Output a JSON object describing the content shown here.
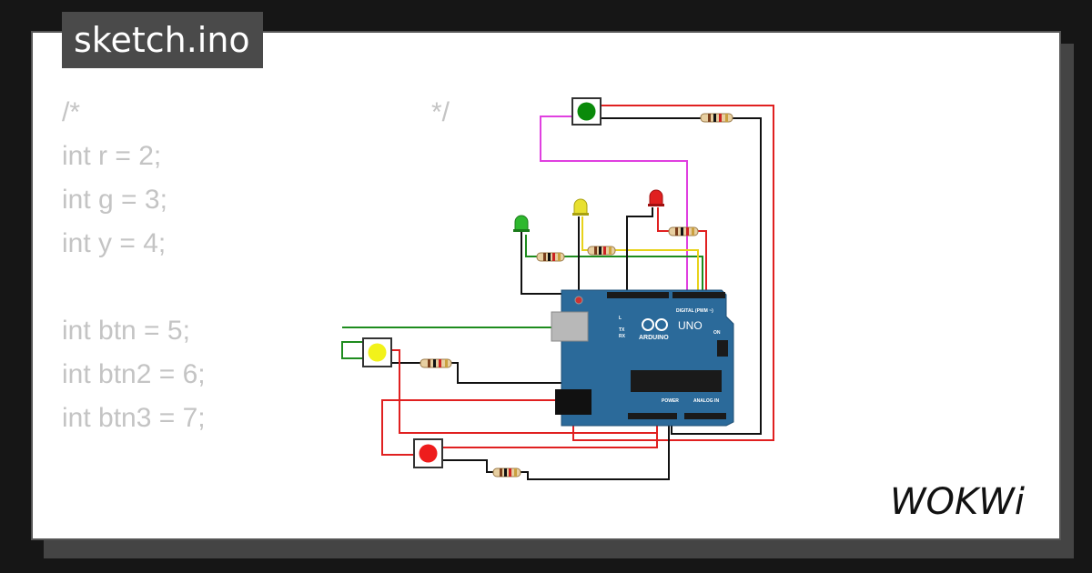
{
  "title": "sketch.ino",
  "code": {
    "lines": [
      "/*",
      "int r = 2;",
      "int g = 3;",
      "int y = 4;",
      "",
      "int btn = 5;",
      "int btn2 = 6;",
      "int btn3 = 7;"
    ],
    "comment_end": "*/"
  },
  "board": {
    "name": "UNO",
    "brand": "ARDUINO",
    "digital_label": "DIGITAL (PWM ~)",
    "power_label": "POWER",
    "analog_label": "ANALOG IN",
    "on_label": "ON",
    "tx_label": "TX",
    "rx_label": "RX",
    "l_label": "L",
    "color": "#2b6a9a"
  },
  "components": {
    "leds": [
      {
        "name": "green-led",
        "color": "#2eb82e"
      },
      {
        "name": "yellow-led",
        "color": "#e8e030"
      },
      {
        "name": "red-led",
        "color": "#e02020"
      }
    ],
    "buttons": [
      {
        "name": "green-button",
        "color": "#0a8a0a"
      },
      {
        "name": "yellow-button",
        "color": "#f2f21a"
      },
      {
        "name": "red-button",
        "color": "#ee1c1c"
      }
    ]
  },
  "wire_colors": {
    "red": "#e02020",
    "black": "#111111",
    "green": "#1e8c1e",
    "yellow": "#e8d21a",
    "magenta": "#e040e0"
  },
  "logo": "WOKWi"
}
